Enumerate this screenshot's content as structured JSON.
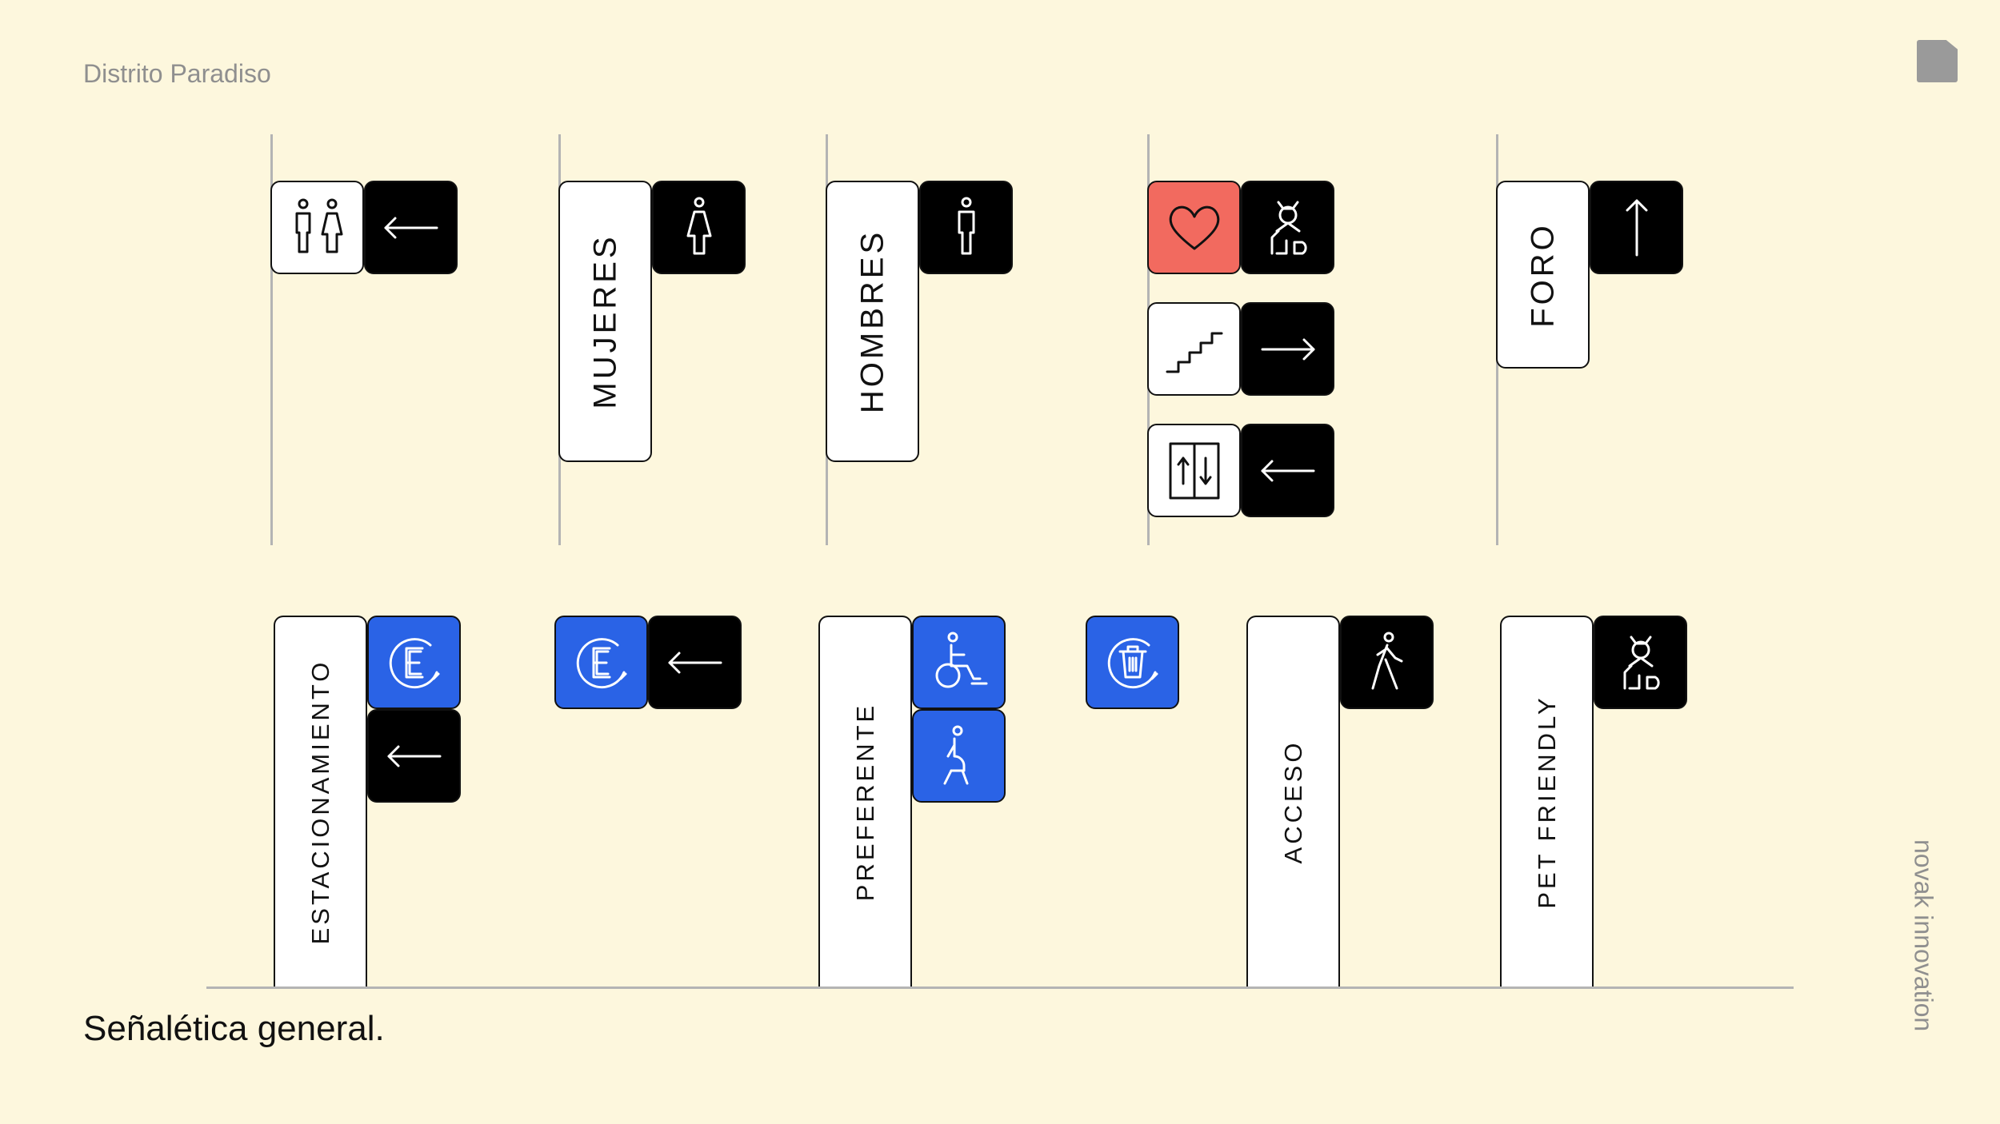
{
  "header": {
    "brand": "Distrito Paradiso"
  },
  "footer": {
    "caption": "Señalética general.",
    "vendor": "novak innovation"
  },
  "signs": {
    "mujeres": "MUJERES",
    "hombres": "HOMBRES",
    "foro": "FORO",
    "estacionamiento": "ESTACIONAMIENTO",
    "preferente": "PREFERENTE",
    "acceso": "ACCESO",
    "pet_friendly": "PET FRIENDLY"
  },
  "icons": [
    "restroom-icon",
    "arrow-left-icon",
    "woman-icon",
    "man-icon",
    "heart-icon",
    "pet-icon",
    "stairs-icon",
    "arrow-right-icon",
    "elevator-icon",
    "arrow-up-icon",
    "parking-icon",
    "wheelchair-icon",
    "pregnant-icon",
    "trash-icon",
    "walking-icon"
  ],
  "colors": {
    "background": "#fdf7dd",
    "blue": "#2a63e6",
    "red": "#f26a5f",
    "black": "#000000"
  }
}
